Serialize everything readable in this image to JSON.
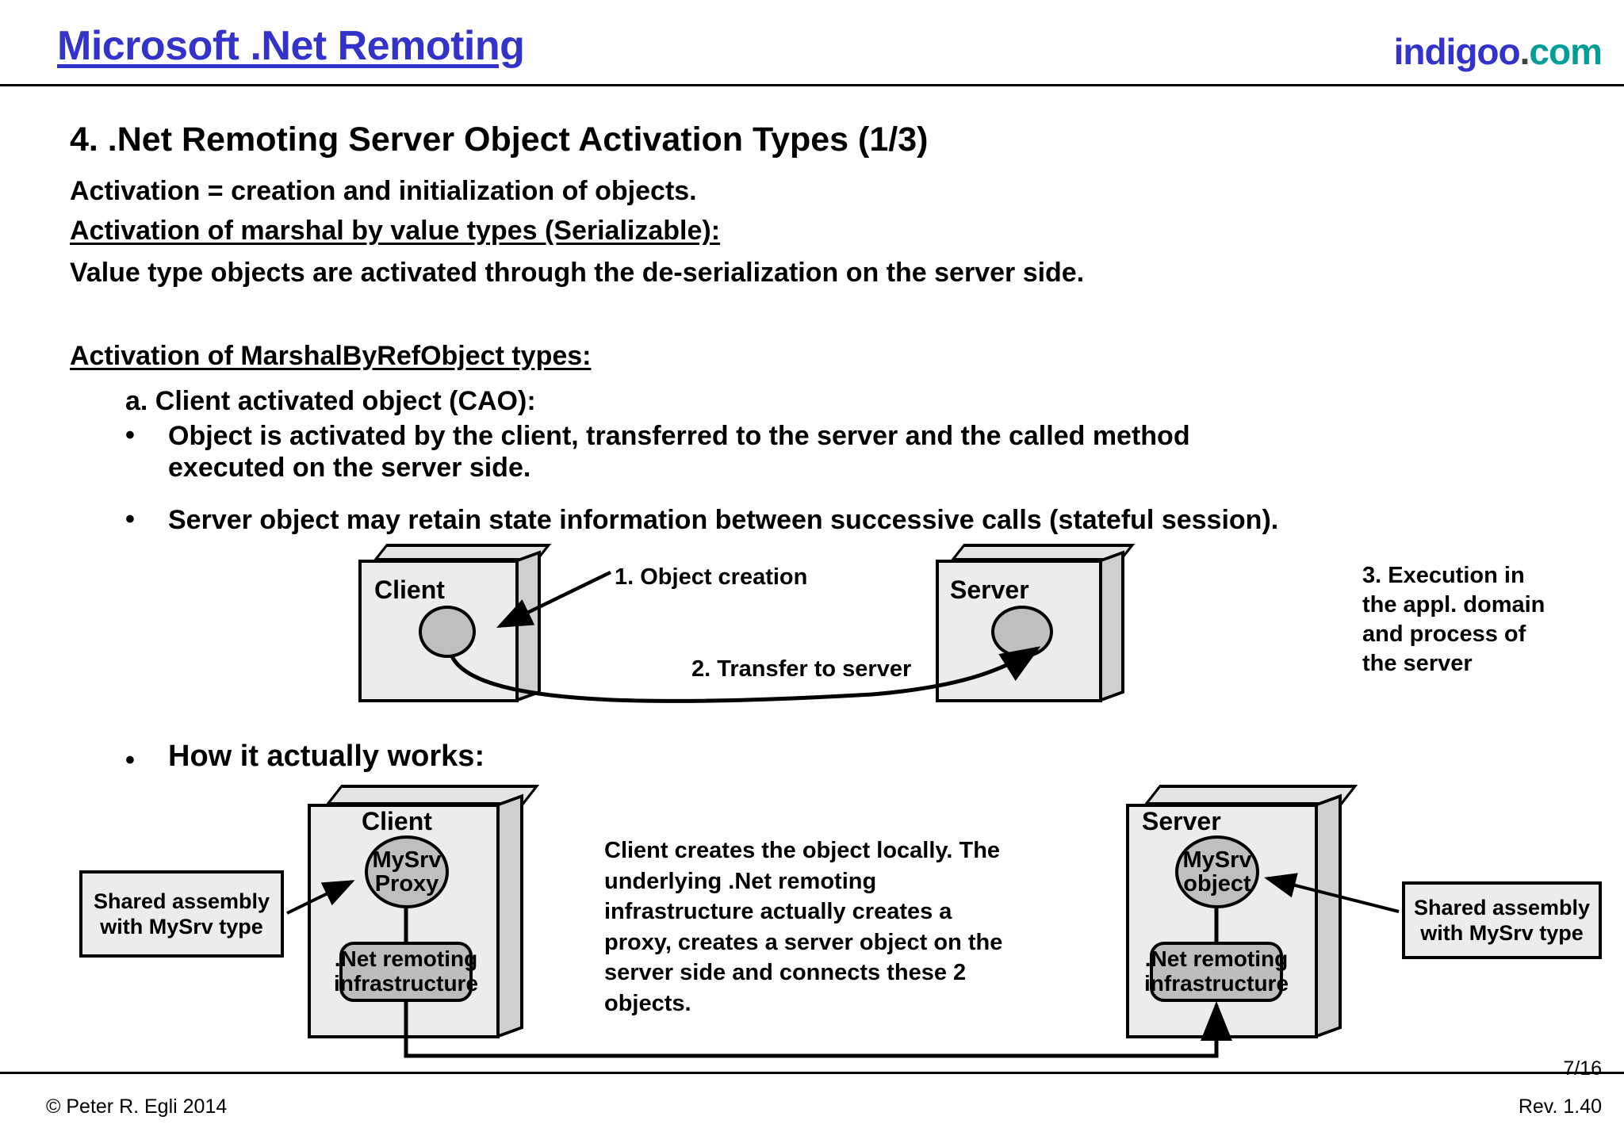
{
  "header": {
    "title": "Microsoft .Net Remoting",
    "brand": {
      "name": "indigoo",
      "dot": ".",
      "tld": "com"
    },
    "title_color": "#3333cc",
    "brand_color": "#3333cc",
    "tld_color": "#009e96"
  },
  "body": {
    "section_heading": "4. .Net Remoting Server Object Activation Types (1/3)",
    "activation_def": "Activation = creation and initialization of objects.",
    "marshal_heading": "Activation of marshal by value types (Serializable):",
    "value_type_text": "Value type objects are activated through the de-serialization on the server side.",
    "mbro_heading": "Activation of MarshalByRefObject types:",
    "cao_item": "a. Client activated object (CAO):",
    "bullet_char": "•",
    "bullet_1": "Object is activated by the client, transferred to the server and the called method\nexecuted on the server side.",
    "bullet_2": "Server object may retain state information between successive calls (stateful session).",
    "bullet_3": "How it actually works:"
  },
  "diagram1": {
    "client_label": "Client",
    "server_label": "Server",
    "step1": "1. Object creation",
    "step2": "2. Transfer to server",
    "step3": "3. Execution in\nthe appl. domain\nand process of\nthe server"
  },
  "diagram2": {
    "client_label": "Client",
    "server_label": "Server",
    "client_object": "MySrv\nProxy",
    "server_object": "MySrv\nobject",
    "infrastructure": ".Net remoting\ninfrastructure",
    "shared_assembly_left": "Shared assembly\nwith MySrv type",
    "shared_assembly_right": "Shared assembly\nwith MySrv type",
    "explanation": "Client creates the object locally. The\nunderlying .Net remoting\ninfrastructure actually creates a\nproxy, creates a server object on the\nserver side and connects these 2\nobjects."
  },
  "footer": {
    "copyright": "© Peter R. Egli 2014",
    "page": "7/16",
    "revision": "Rev. 1.40"
  }
}
